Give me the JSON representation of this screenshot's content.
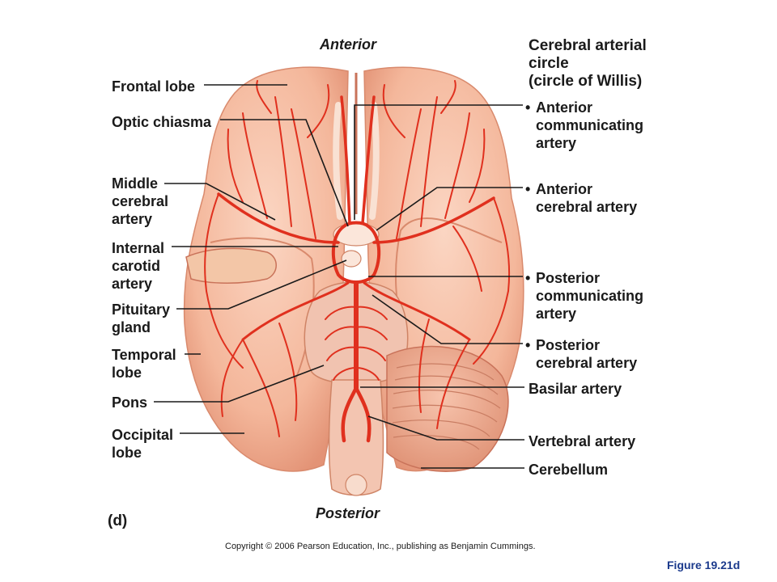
{
  "diagram": {
    "orientation_top": "Anterior",
    "orientation_bottom": "Posterior",
    "panel_letter": "(d)",
    "legend_title": "Cerebral arterial\ncircle\n(circle of Willis)",
    "left_labels": [
      "Frontal lobe",
      "Optic chiasma",
      "Middle\ncerebral\nartery",
      "Internal\ncarotid\nartery",
      "Pituitary\ngland",
      "Temporal\nlobe",
      "Pons",
      "Occipital\nlobe"
    ],
    "willis_labels": [
      "Anterior\ncommunicating\nartery",
      "Anterior\ncerebral artery",
      "Posterior\ncommunicating\nartery",
      "Posterior\ncerebral artery"
    ],
    "bullet_char": "•",
    "right_labels": [
      "Basilar artery",
      "Vertebral artery",
      "Cerebellum"
    ],
    "copyright": "Copyright © 2006 Pearson Education, Inc., publishing as Benjamin Cummings.",
    "figure_number": "Figure 19.21d",
    "colors": {
      "brain": "#f4b79b",
      "brain_shadow": "#e39376",
      "artery": "#e0301e",
      "leader_line": "#1a1a1a"
    }
  }
}
